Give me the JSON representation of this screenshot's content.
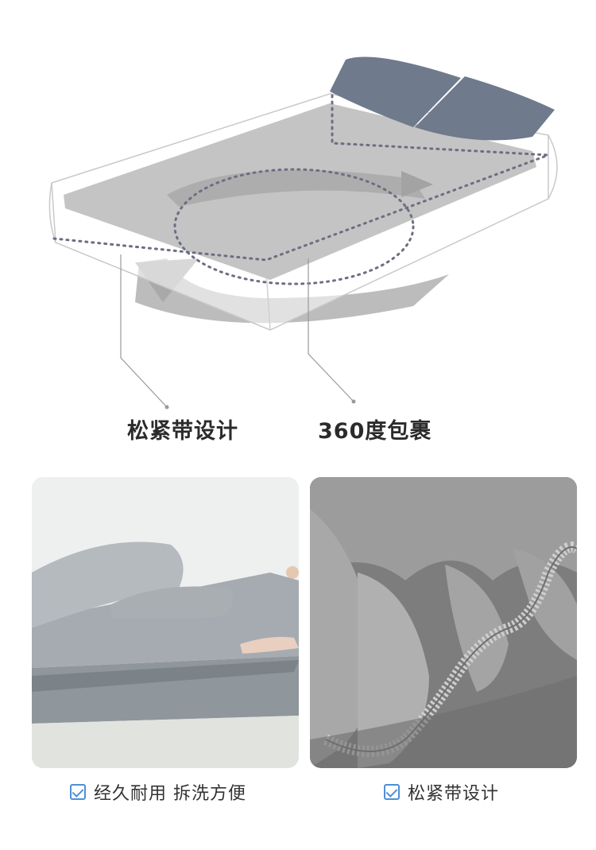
{
  "captions": {
    "elastic": "松紧带设计",
    "wrap": "360度包裹"
  },
  "features": {
    "left": "经久耐用 拆洗方便",
    "right": "松紧带设计"
  },
  "colors": {
    "check": "#4f8fd8",
    "pillow": "#6f7a8c",
    "sheet": "#b9b9b9",
    "fabric": "#8e8e8e"
  },
  "icons": {
    "check": "checkbox-icon"
  }
}
